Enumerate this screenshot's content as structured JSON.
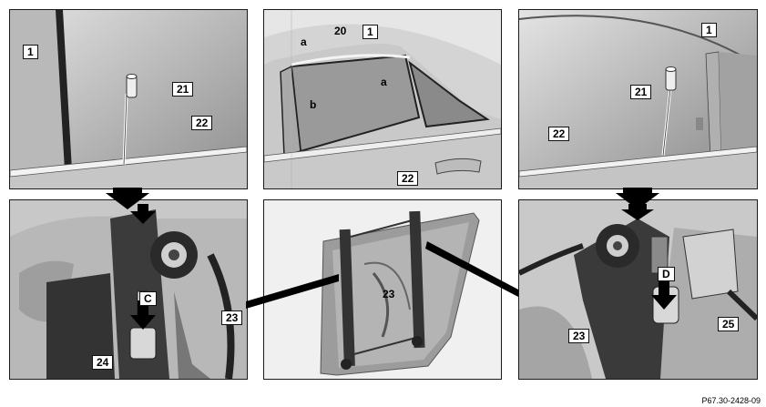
{
  "panels": {
    "p1": {
      "labels": {
        "l1": "1",
        "l21": "21",
        "l22": "22"
      }
    },
    "p2": {
      "labels": {
        "a1": "a",
        "l20": "20",
        "l1": "1",
        "a2": "a",
        "b": "b",
        "l22": "22"
      }
    },
    "p3": {
      "labels": {
        "l1": "1",
        "l21": "21",
        "l22": "22"
      }
    },
    "p4": {
      "labels": {
        "C": "C",
        "l23": "23",
        "l24": "24"
      }
    },
    "p5": {
      "labels": {
        "l23": "23"
      }
    },
    "p6": {
      "labels": {
        "D": "D",
        "l25": "25",
        "l23": "23"
      }
    }
  },
  "reference": "P67.30-2428-09",
  "colors": {
    "frame": "#1a1a1a",
    "glass_light": "#d9d9d9",
    "glass_dark": "#8c8c8c",
    "metal": "#bdbdbd",
    "dark_part": "#3a3a3a"
  }
}
